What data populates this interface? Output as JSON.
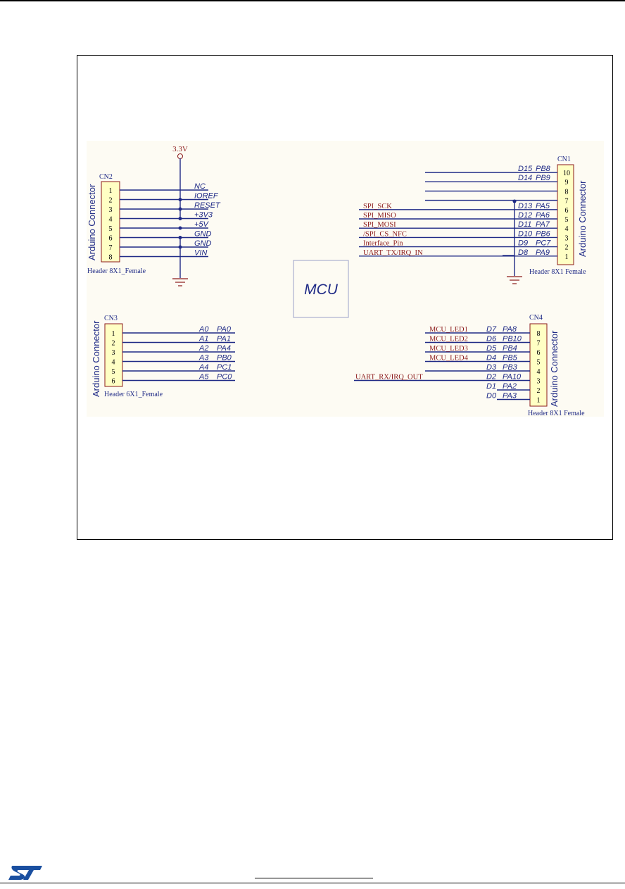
{
  "colors": {
    "wire": "#1f2a86",
    "pin_label": "#1f2a86",
    "signal_label": "#8b1a1a",
    "header_fill": "#ffffc4",
    "bg_panel": "#fdfbf3",
    "power": "#8b1a1a"
  },
  "mcu": {
    "label": "MCU"
  },
  "power_label": "3.3V",
  "connector_title": "Arduino Connector",
  "cn2": {
    "ref": "CN2",
    "footprint": "Header 8X1_Female",
    "pins": [
      "1",
      "2",
      "3",
      "4",
      "5",
      "6",
      "7",
      "8"
    ],
    "nets": [
      "NC",
      "IOREF",
      "RESET",
      "+3V3",
      "+5V",
      "GND",
      "GND",
      "VIN"
    ]
  },
  "cn3": {
    "ref": "CN3",
    "footprint": "Header 6X1_Female",
    "pins": [
      "1",
      "2",
      "3",
      "4",
      "5",
      "6"
    ],
    "arduino": [
      "A0",
      "A1",
      "A2",
      "A3",
      "A4",
      "A5"
    ],
    "ports": [
      "PA0",
      "PA1",
      "PA4",
      "PB0",
      "PC1",
      "PC0"
    ]
  },
  "cn1": {
    "ref": "CN1",
    "footprint": "Header 8X1  Female",
    "pins": [
      "10",
      "9",
      "8",
      "7",
      "6",
      "5",
      "4",
      "3",
      "2",
      "1"
    ],
    "arduino": [
      "D15",
      "D14",
      "",
      "",
      "D13",
      "D12",
      "D11",
      "D10",
      "D9",
      "D8"
    ],
    "ports": [
      "PB8",
      "PB9",
      "",
      "",
      "PA5",
      "PA6",
      "PA7",
      "PB6",
      "PC7",
      "PA9"
    ],
    "signals": [
      "",
      "",
      "",
      "",
      "SPI_SCK",
      "SPI_MISO",
      "SPI_MOSI",
      "/SPI_CS_NFC",
      "Interface_Pin",
      "UART_TX/IRQ_IN"
    ]
  },
  "cn4": {
    "ref": "CN4",
    "footprint": "Header 8X1  Female",
    "pins": [
      "8",
      "7",
      "6",
      "5",
      "4",
      "3",
      "2",
      "1"
    ],
    "arduino": [
      "D7",
      "D6",
      "D5",
      "D4",
      "D3",
      "D2",
      "D1",
      "D0"
    ],
    "ports": [
      "PA8",
      "PB10",
      "PB4",
      "PB5",
      "PB3",
      "PA10",
      "PA2",
      "PA3"
    ],
    "signals": [
      "MCU_LED1",
      "MCU_LED2",
      "MCU_LED3",
      "MCU_LED4",
      "",
      "UART_RX/IRQ_OUT",
      "",
      ""
    ]
  }
}
